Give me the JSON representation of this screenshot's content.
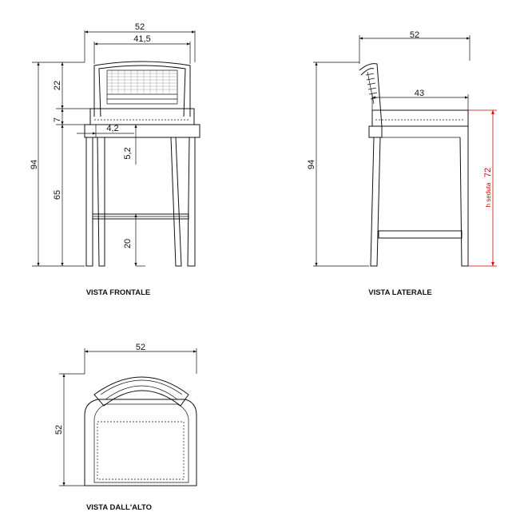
{
  "views": {
    "front": {
      "title": "VISTA FRONTALE",
      "dims": {
        "overall_width": "52",
        "back_width": "41,5",
        "back_height": "22",
        "seat_thickness": "7",
        "total_height": "94",
        "seat_height": "65",
        "inset": "4,2",
        "apron": "5,2",
        "stretcher_height": "20"
      }
    },
    "side": {
      "title": "VISTA LATERALE",
      "dims": {
        "overall_depth": "52",
        "seat_depth": "43",
        "total_height": "94",
        "seat_height_label": "h seduta",
        "seat_height_value": "72"
      }
    },
    "top": {
      "title": "VISTA DALL'ALTO",
      "dims": {
        "width": "52",
        "depth": "52"
      }
    }
  },
  "colors": {
    "line": "#111111",
    "highlight": "#d00000"
  }
}
